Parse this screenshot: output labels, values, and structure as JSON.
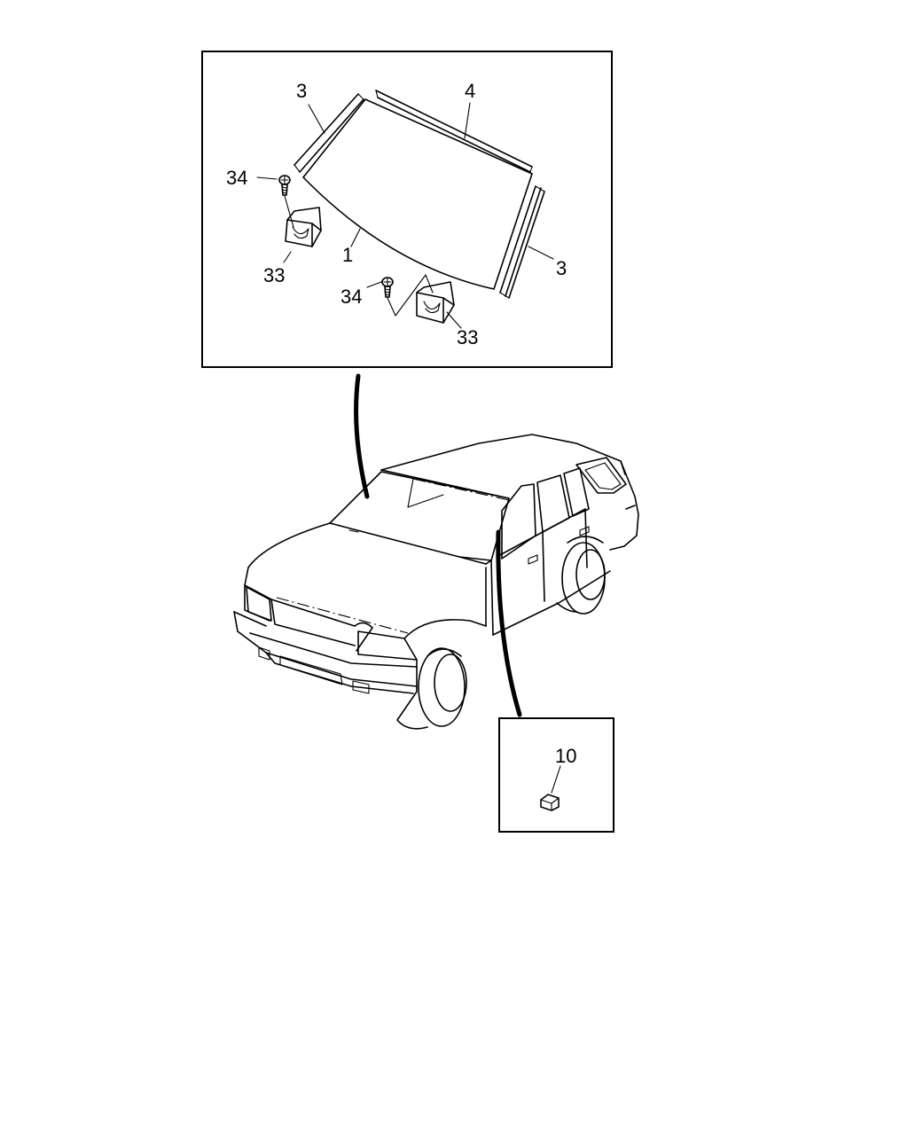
{
  "callouts": {
    "windshield_glass": "1",
    "molding_left": "3",
    "molding_right": "3",
    "molding_top": "4",
    "screw_left": "34",
    "screw_center": "34",
    "clip_left": "33",
    "clip_center": "33",
    "part_10": "10"
  },
  "icons": {
    "screw": "screw-icon",
    "clip": "clip-icon",
    "vehicle": "vehicle-icon",
    "block": "block-part-icon"
  }
}
